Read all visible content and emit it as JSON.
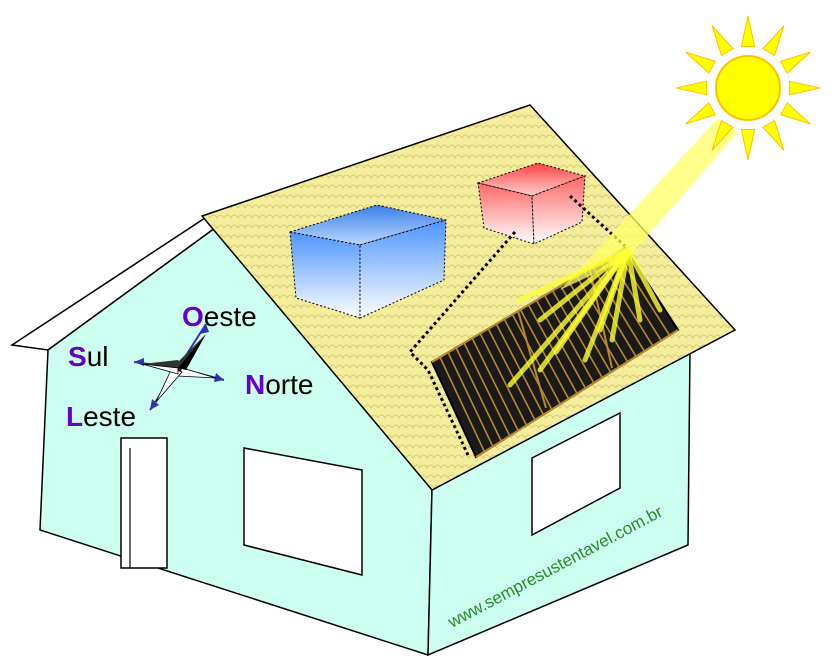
{
  "compass": {
    "oeste": {
      "initial": "O",
      "rest": "este"
    },
    "sul": {
      "initial": "S",
      "rest": "ul"
    },
    "norte": {
      "initial": "N",
      "rest": "orte"
    },
    "leste": {
      "initial": "L",
      "rest": "este"
    }
  },
  "website": "www.sempresustentavel.com.br",
  "colors": {
    "wall": "#ccfff0",
    "roof": "#f4ee9c",
    "cold_tank": "#4d94ff",
    "hot_tank": "#ff6666",
    "sun": "#ffff00",
    "sunbeam": "#ffff66",
    "letter_accent": "#6600cc",
    "website_text": "#2a8a2a"
  },
  "icons": [
    "sun-icon",
    "compass-rose-icon"
  ]
}
